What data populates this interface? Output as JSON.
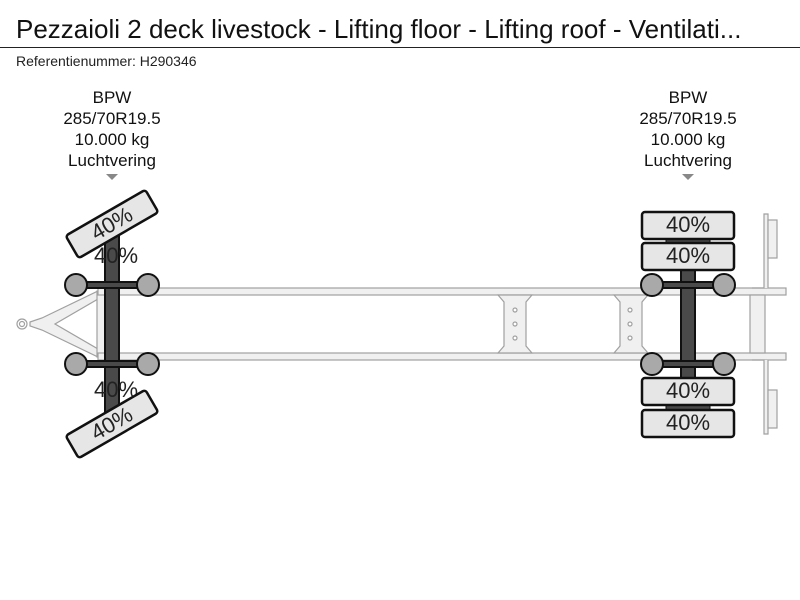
{
  "header": {
    "title": "Pezzaioli 2 deck livestock - Lifting floor - Lifting roof - Ventilati...",
    "reference": "Referentienummer: H290346"
  },
  "axles": [
    {
      "position": "front",
      "brand": "BPW",
      "tyre_size": "285/70R19.5",
      "capacity": "10.000 kg",
      "suspension": "Luchtvering",
      "steering": true,
      "tyres": {
        "left_outer": "40%",
        "left_inner": "40%",
        "right_inner": "40%",
        "right_outer": "40%"
      }
    },
    {
      "position": "rear",
      "brand": "BPW",
      "tyre_size": "285/70R19.5",
      "capacity": "10.000 kg",
      "suspension": "Luchtvering",
      "steering": false,
      "tyres": {
        "left_outer": "40%",
        "left_inner": "40%",
        "right_inner": "40%",
        "right_outer": "40%"
      }
    }
  ],
  "colors": {
    "tyre_fill": "#e6e6e6",
    "axle": "#4a4a4a",
    "hub": "#a9a9a9",
    "frame": "#f0f0f0",
    "frame_stroke": "#a0a0a0",
    "marker": "#888888"
  }
}
